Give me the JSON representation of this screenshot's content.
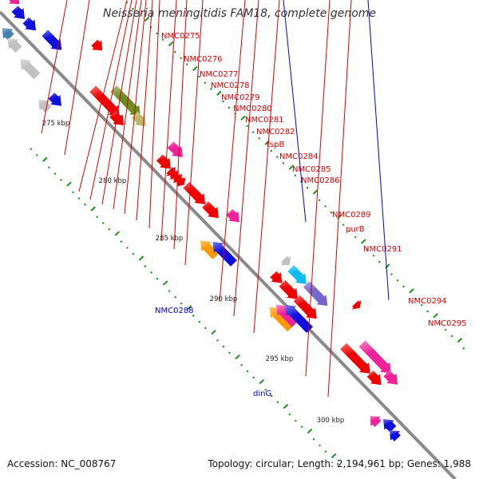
{
  "title": "Neisseria meningitidis FAM18, complete genome",
  "accession": {
    "label": "Accession:",
    "value": "NC_008767"
  },
  "topology": {
    "topology_label": "Topology:",
    "topology_value": "circular",
    "length_label": "Length:",
    "length_value": "2,194,961 bp",
    "genes_label": "Genes:",
    "genes_value": "1,988"
  },
  "colors": {
    "backbone": "#8a8a8a",
    "tick_dots": "#1d8f1d",
    "forward_label": "#dd0000",
    "reverse_label": "#0000cc",
    "red": "#ee0000",
    "blue": "#1010dd",
    "green": "#6b8e23",
    "khaki": "#bdb76b",
    "magenta": "#ee2299",
    "cyan": "#11bbee",
    "purple": "#7766cc",
    "orange": "#ff9900",
    "gray": "#c0c0c0",
    "steel": "#4682b4"
  },
  "scale_labels": [
    "275 kbp",
    "280 kbp",
    "285 kbp",
    "290 kbp",
    "295 kbp",
    "300 kbp"
  ],
  "forward_genes": [
    "NMC0275",
    "NMC0276",
    "NMC0277",
    "NMC0278",
    "NMC0279",
    "NMC0280",
    "NMC0281",
    "NMC0282",
    "tspB",
    "NMC0284",
    "NMC0285",
    "NMC0286",
    "NMC0289",
    "purB",
    "NMC0291",
    "NMC0294",
    "NMC0295"
  ],
  "reverse_genes": [
    "NMC0288",
    "dinG"
  ]
}
